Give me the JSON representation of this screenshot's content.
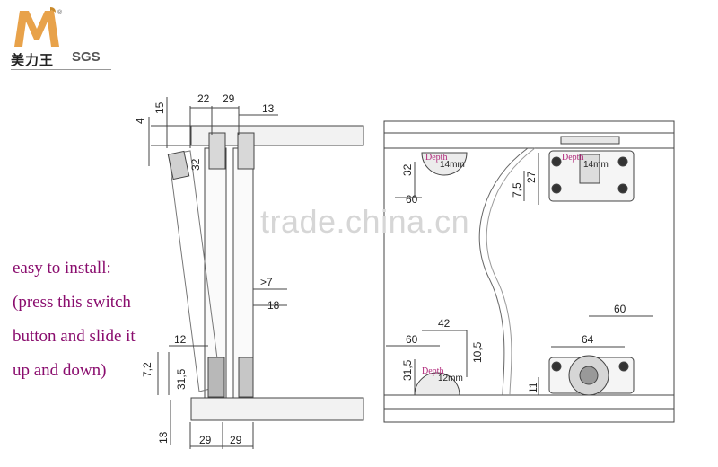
{
  "brand": {
    "logo_name": "美力王",
    "certification": "SGS",
    "colors": {
      "logo_orange": "#e8a24a",
      "logo_gold": "#c98a2b",
      "note_purple": "#8a0d6e"
    }
  },
  "watermark": "trade.china.cn",
  "instruction_lines": [
    "easy to install:",
    "(press this switch",
    "button and slide it",
    "up and down)"
  ],
  "left_view": {
    "top_dims": [
      "22",
      "29",
      "13",
      "15",
      "4",
      "32"
    ],
    "side_dims": [
      ">7",
      "18",
      "12",
      "7,2",
      "31,5"
    ],
    "bottom_dims": [
      "13",
      "29",
      "29"
    ]
  },
  "right_view": {
    "top_hole": {
      "depth_label": "Depth",
      "depth_value": "14mm"
    },
    "bottom_hole": {
      "depth_label": "Depth",
      "depth_value": "12mm"
    },
    "dims": {
      "top_left_v": "32",
      "top_left_h": "60",
      "top_right_v1": "7,5",
      "top_right_v2": "27",
      "bottom_42": "42",
      "bottom_60": "60",
      "bottom_10": "10,5",
      "bottom_31": "31,5",
      "bottom_11": "11",
      "right_64": "64",
      "right_60": "60"
    }
  }
}
